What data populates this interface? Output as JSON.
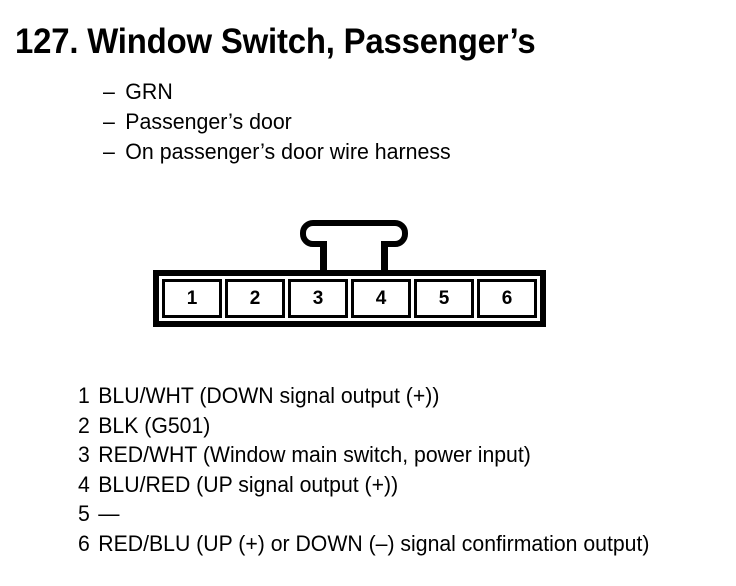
{
  "title": "127. Window Switch, Passenger’s",
  "bullets": [
    {
      "dash": "–",
      "text": "GRN"
    },
    {
      "dash": "–",
      "text": "Passenger’s door"
    },
    {
      "dash": "–",
      "text": "On passenger’s door wire harness"
    }
  ],
  "connector": {
    "pin_count": 6,
    "cells": [
      {
        "label": "1"
      },
      {
        "label": "2"
      },
      {
        "label": "3"
      },
      {
        "label": "4"
      },
      {
        "label": "5"
      },
      {
        "label": "6"
      }
    ],
    "latch_spans_pins": "3-4"
  },
  "pin_list": [
    {
      "num": "1",
      "desc": "BLU/WHT (DOWN signal output (+))"
    },
    {
      "num": "2",
      "desc": "BLK (G501)"
    },
    {
      "num": "3",
      "desc": "RED/WHT (Window main switch, power input)"
    },
    {
      "num": "4",
      "desc": "BLU/RED (UP signal output (+))"
    },
    {
      "num": "5",
      "desc": "—"
    },
    {
      "num": "6",
      "desc": "RED/BLU (UP (+) or DOWN (–) signal confirmation output)"
    }
  ],
  "colors": {
    "ink": "#000000",
    "page": "#ffffff"
  }
}
